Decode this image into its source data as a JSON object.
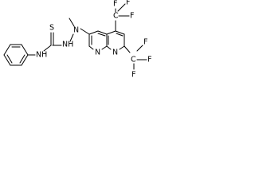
{
  "atoms": {
    "thione_s": "S",
    "thioamide_nh": "NH",
    "hydrazine_nh": "NH",
    "hydrazine_n": "N",
    "ring_n_left": "N",
    "ring_n_right": "N",
    "cf3_top_f3": "F",
    "cf3_top_c": "C",
    "cf3_top_f2": "F",
    "cf3_top_f1": "F",
    "cf3_bottom_f3": "F",
    "cf3_bottom_c": "C",
    "cf3_bottom_f2": "F",
    "cf3_bottom_f1": "F"
  }
}
